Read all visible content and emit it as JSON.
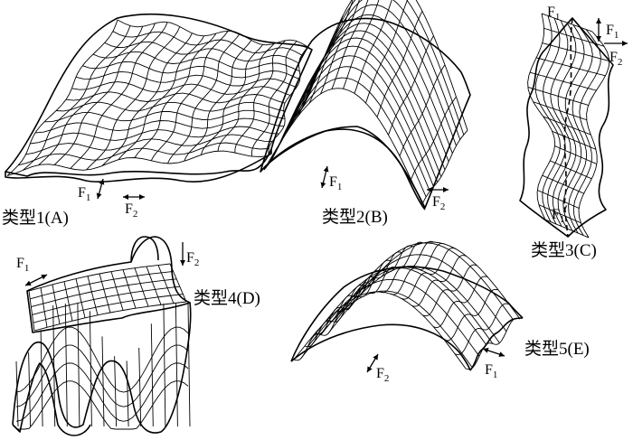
{
  "panels": [
    {
      "id": "A",
      "caption": "类型1(A)",
      "forces": [
        {
          "base": "F",
          "sub": "1"
        },
        {
          "base": "F",
          "sub": "2"
        }
      ]
    },
    {
      "id": "B",
      "caption": "类型2(B)",
      "forces": [
        {
          "base": "F",
          "sub": "1"
        },
        {
          "base": "F",
          "sub": "2"
        }
      ]
    },
    {
      "id": "C",
      "caption": "类型3(C)",
      "forces": [
        {
          "base": "F",
          "sub": "1"
        },
        {
          "base": "F",
          "sub": "1"
        },
        {
          "base": "F",
          "sub": "2"
        },
        {
          "base": "F",
          "sub": "1",
          "prime": "′"
        }
      ]
    },
    {
      "id": "D",
      "caption": "类型4(D)",
      "forces": [
        {
          "base": "F",
          "sub": "1"
        },
        {
          "base": "F",
          "sub": "2"
        }
      ]
    },
    {
      "id": "E",
      "caption": "类型5(E)",
      "forces": [
        {
          "base": "F",
          "sub": "2"
        },
        {
          "base": "F",
          "sub": "1"
        }
      ]
    }
  ]
}
